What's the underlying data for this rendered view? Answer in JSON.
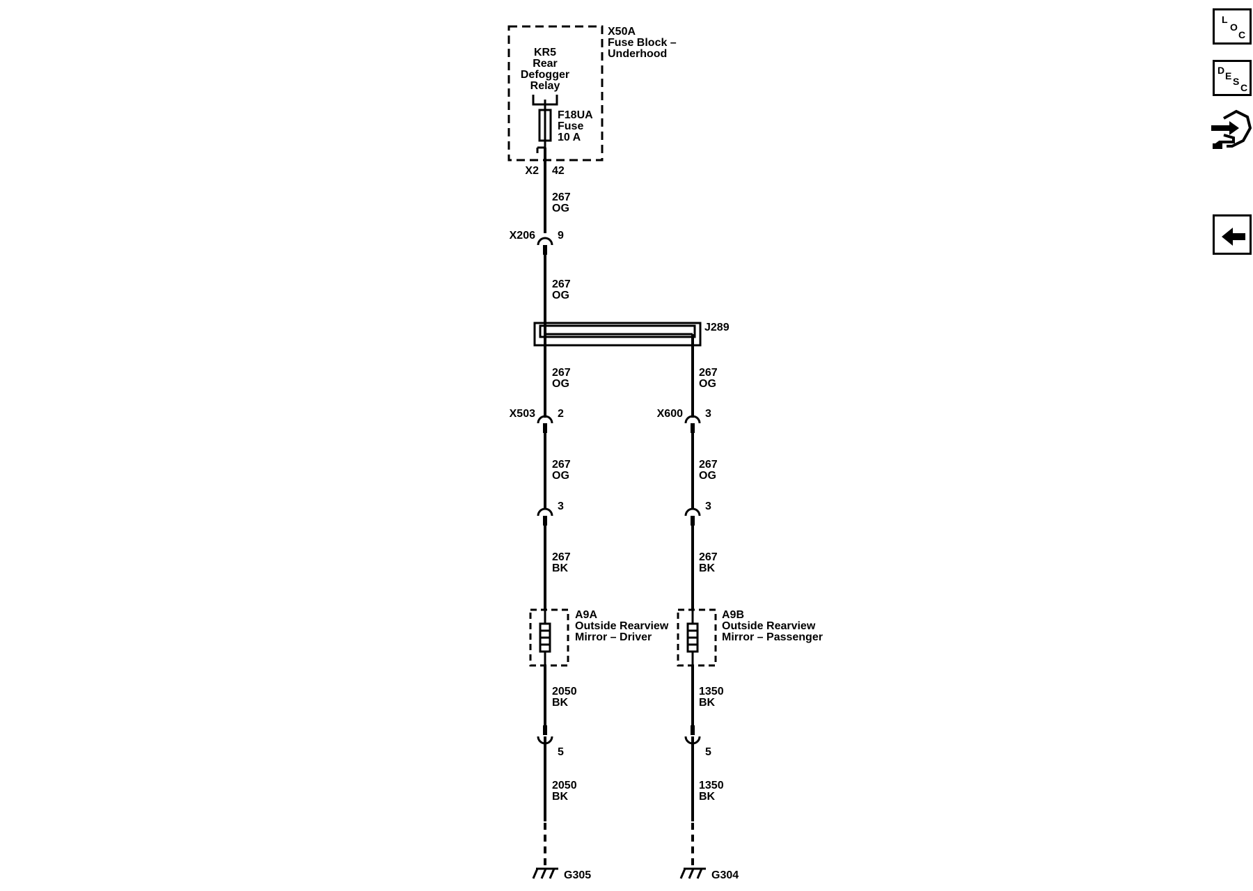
{
  "fuse_block": {
    "id": "X50A",
    "name_line1": "Fuse Block –",
    "name_line2": "Underhood"
  },
  "relay": {
    "id": "KR5",
    "line1": "Rear",
    "line2": "Defogger",
    "line3": "Relay"
  },
  "fuse": {
    "id": "F18UA",
    "type": "Fuse",
    "rating": "10 A"
  },
  "fuse_block_connector": {
    "id": "X2",
    "pin": "42"
  },
  "wires": [
    {
      "circuit": "267",
      "color": "OG"
    },
    {
      "circuit": "267",
      "color": "OG"
    },
    {
      "circuit": "267",
      "color": "OG"
    },
    {
      "circuit": "267",
      "color": "OG"
    },
    {
      "circuit": "267",
      "color": "OG"
    },
    {
      "circuit": "267",
      "color": "OG"
    },
    {
      "circuit": "267",
      "color": "BK"
    },
    {
      "circuit": "267",
      "color": "BK"
    },
    {
      "circuit": "2050",
      "color": "BK"
    },
    {
      "circuit": "1350",
      "color": "BK"
    },
    {
      "circuit": "2050",
      "color": "BK"
    },
    {
      "circuit": "1350",
      "color": "BK"
    }
  ],
  "connectors": {
    "x206": {
      "id": "X206",
      "pin": "9"
    },
    "x503": {
      "id": "X503",
      "pin": "2"
    },
    "x600": {
      "id": "X600",
      "pin": "3"
    },
    "left_mirror_in": {
      "pin": "3"
    },
    "right_mirror_in": {
      "pin": "3"
    },
    "left_mirror_out": {
      "pin": "5"
    },
    "right_mirror_out": {
      "pin": "5"
    }
  },
  "splice": {
    "id": "J289"
  },
  "mirror_driver": {
    "id": "A9A",
    "line1": "Outside Rearview",
    "line2": "Mirror – Driver"
  },
  "mirror_passenger": {
    "id": "A9B",
    "line1": "Outside Rearview",
    "line2": "Mirror – Passenger"
  },
  "grounds": {
    "left": "G305",
    "right": "G304"
  },
  "side_buttons": {
    "loc": [
      "L",
      "O",
      "C"
    ],
    "desc": [
      "D",
      "E",
      "S",
      "C"
    ]
  }
}
